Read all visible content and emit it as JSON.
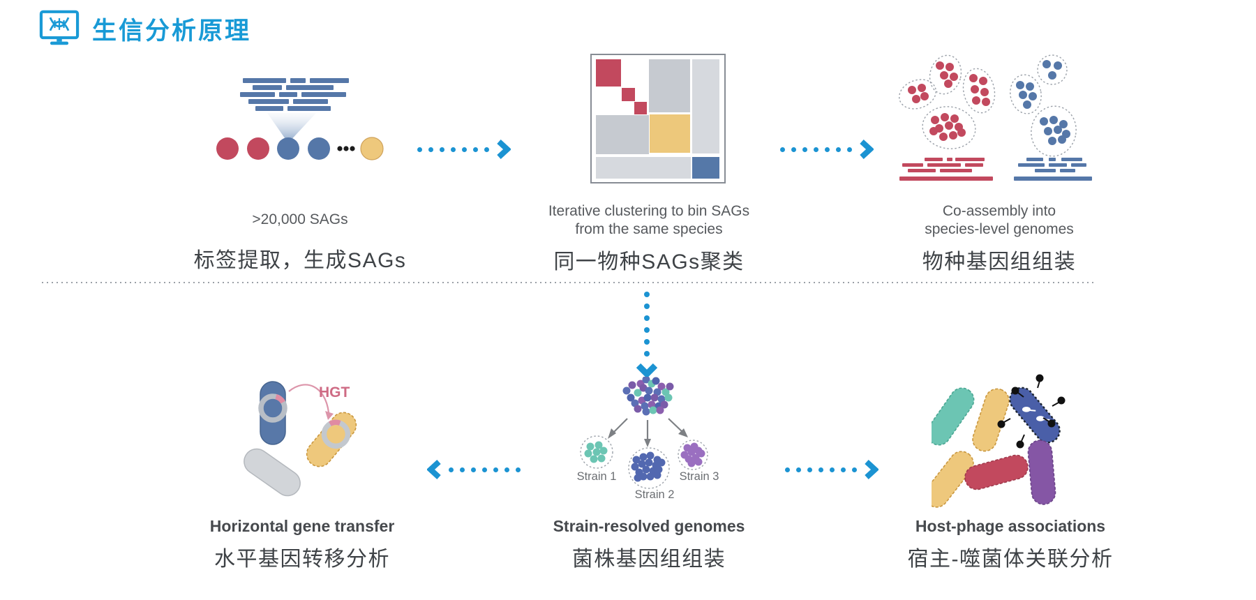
{
  "header": {
    "title": "生信分析原理",
    "icon": "monitor-dna-icon"
  },
  "panels": {
    "sag_extraction": {
      "caption_en": ">20,000 SAGs",
      "caption_cn": "标签提取，生成SAGs",
      "graphic": "sequencing reads funnel into tagged single-cell circles (red, red, blue, blue, …, yellow)"
    },
    "clustering": {
      "caption_en_line1": "Iterative clustering to bin SAGs",
      "caption_en_line2": "from the same species",
      "caption_cn": "同一物种SAGs聚类",
      "graphic": "co-clustering heatmap with red diagonal blocks, gray blocks, yellow and blue cluster blocks"
    },
    "co_assembly": {
      "caption_en_line1": "Co-assembly into",
      "caption_en_line2": "species-level genomes",
      "caption_cn": "物种基因组组装",
      "graphic": "red and blue SAG clusters in dotted ellipses assembled into red and blue contigs"
    },
    "hgt": {
      "annotation": "HGT",
      "caption_en": "Horizontal gene transfer",
      "caption_cn": "水平基因转移分析",
      "graphic": "blue and yellow bacteria with plasmid rings exchanging a gene via pink HGT arrow, gray bacterium below"
    },
    "strain_resolved": {
      "labels": [
        "Strain 1",
        "Strain 2",
        "Strain 3"
      ],
      "caption_en": "Strain-resolved genomes",
      "caption_cn": "菌株基因组组装",
      "graphic": "mixed SAG cloud split by arrows into teal, blue and purple strain clusters"
    },
    "host_phage": {
      "caption_en": "Host-phage associations",
      "caption_cn": "宿主-噬菌体关联分析",
      "graphic": "teal, yellow, red and purple bacteria plus a blue bacterium being attacked by phages"
    }
  },
  "arrows": {
    "top_1": "dotted arrow right: SAG extraction → clustering",
    "top_2": "dotted arrow right: clustering → co-assembly",
    "down_center": "dotted arrow down: co-assembly row → strain-resolved genomes",
    "bottom_left": "dotted arrow left: strain-resolved → horizontal gene transfer",
    "bottom_right": "dotted arrow right: strain-resolved → host-phage associations"
  },
  "colors": {
    "accent_blue": "#1b93d2",
    "title_blue": "#189ad6",
    "red": "#c2495e",
    "read_blue": "#5577a8",
    "yellow": "#eec87c",
    "gray_block": "#c6cad0",
    "light_block": "#d6d9de",
    "teal": "#6cc5b3",
    "purple": "#8556a5",
    "slate_blue": "#5b6fb5",
    "hgt_pink": "#ce6b84",
    "caption_gray": "#56595d",
    "caption_dark": "#3e4246"
  }
}
